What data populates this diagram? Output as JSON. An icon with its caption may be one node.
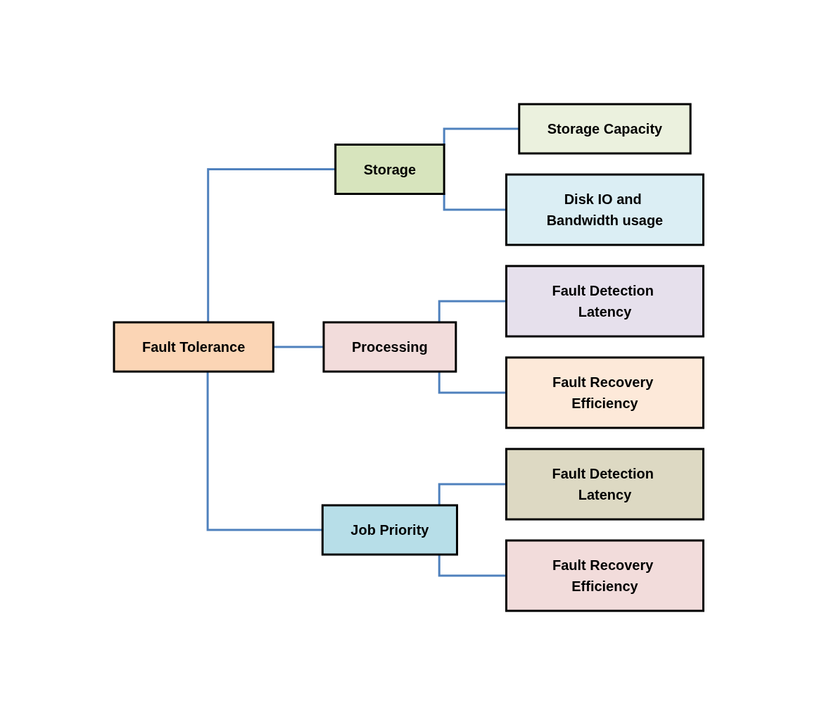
{
  "diagram": {
    "nodes": [
      {
        "text": [
          "Fault Tolerance"
        ]
      },
      {
        "text": [
          "Storage"
        ]
      },
      {
        "text": [
          "Storage Capacity"
        ]
      },
      {
        "text": [
          "Disk IO and Bandwidth usage"
        ]
      },
      {
        "text": [
          "Processing"
        ]
      },
      {
        "text": [
          "Fault Detection Latency"
        ]
      },
      {
        "text": [
          "Fault Recovery Efficiency"
        ]
      },
      {
        "text": [
          "Job Priority"
        ]
      },
      {
        "text": [
          "Fault Detection Latency"
        ]
      },
      {
        "text": [
          "Fault Recovery Efficiency"
        ]
      }
    ],
    "edges": [
      {
        "from": 0,
        "to": 1,
        "arrow": "none"
      },
      {
        "from": 0,
        "to": 4,
        "arrow": "none"
      },
      {
        "from": 0,
        "to": 7,
        "arrow": "none"
      },
      {
        "from": 1,
        "to": 2,
        "arrow": "none"
      },
      {
        "from": 1,
        "to": 3,
        "arrow": "none"
      },
      {
        "from": 4,
        "to": 5,
        "arrow": "none"
      },
      {
        "from": 4,
        "to": 6,
        "arrow": "none"
      },
      {
        "from": 7,
        "to": 8,
        "arrow": "none"
      },
      {
        "from": 7,
        "to": 9,
        "arrow": "none"
      }
    ]
  }
}
